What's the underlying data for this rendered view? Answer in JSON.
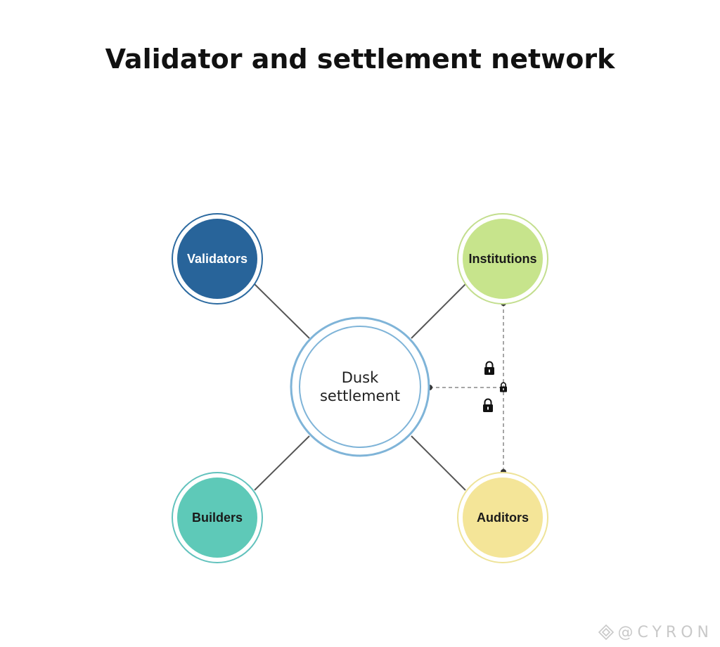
{
  "title": "Validator and settlement network",
  "center": {
    "line1": "Dusk",
    "line2": "settlement"
  },
  "nodes": [
    {
      "id": "validators",
      "label": "Validators",
      "fill": "#28649a",
      "ring": "#2c6aa0",
      "text_color": "#ffffff"
    },
    {
      "id": "institutions",
      "label": "Institutions",
      "fill": "#c7e48c",
      "ring": "#c3de8e",
      "text_color": "#1a1a1a"
    },
    {
      "id": "builders",
      "label": "Builders",
      "fill": "#5ec9b8",
      "ring": "#62c2bd",
      "text_color": "#1a1a1a"
    },
    {
      "id": "auditors",
      "label": "Auditors",
      "fill": "#f4e598",
      "ring": "#eee398",
      "text_color": "#1a1a1a"
    }
  ],
  "colors": {
    "center_fill": "#ffffff",
    "center_ring": "#7fb4d8",
    "connector": "#555555",
    "dashed_connector": "#888888",
    "lock": "#111111"
  },
  "icons": [
    "lock-icon",
    "lock-icon",
    "lock-icon"
  ],
  "watermark": "@CYRON"
}
